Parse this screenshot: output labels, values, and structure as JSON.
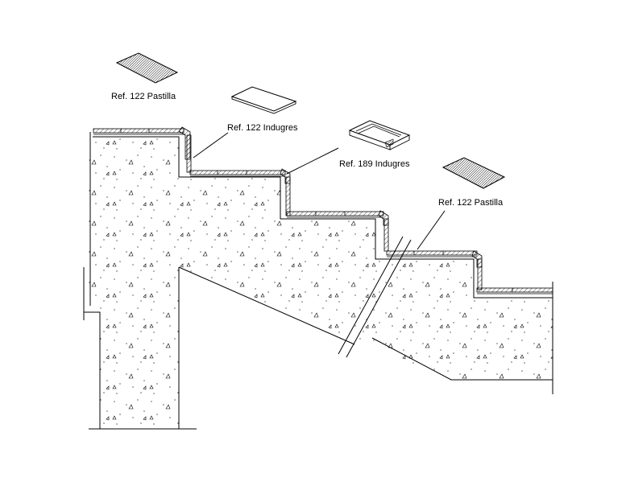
{
  "labels": {
    "ref_122_pastilla_top": "Ref. 122 Pastilla",
    "ref_122_indugres": "Ref. 122 Indugres",
    "ref_189_indugres": "Ref. 189 Indugres",
    "ref_122_pastilla_right": "Ref. 122 Pastilla"
  },
  "colors": {
    "line": "#000000",
    "background": "#ffffff"
  }
}
